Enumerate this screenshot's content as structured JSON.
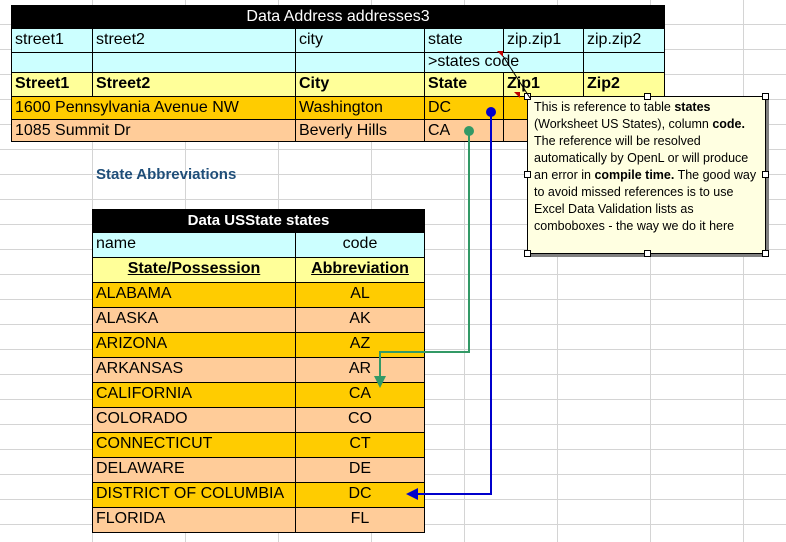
{
  "address_table": {
    "title": "Data Address addresses3",
    "fields": [
      "street1",
      "street2",
      "city",
      "state",
      "zip.zip1",
      "zip.zip2"
    ],
    "ref_hint": ">states code",
    "headers": [
      "Street1",
      "Street2",
      "City",
      "State",
      "Zip1",
      "Zip2"
    ],
    "rows": [
      {
        "street1": "1600 Pennsylvania Avenue NW",
        "city": "Washington",
        "state": "DC"
      },
      {
        "street1": "1085 Summit Dr",
        "city": "Beverly Hills",
        "state": "CA"
      }
    ]
  },
  "state_abbrev_label": "State Abbreviations",
  "states_table": {
    "title": "Data USState states",
    "fields": [
      "name",
      "code"
    ],
    "headers": [
      "State/Possession",
      "Abbreviation"
    ],
    "rows": [
      {
        "name": "ALABAMA",
        "code": "AL"
      },
      {
        "name": "ALASKA",
        "code": "AK"
      },
      {
        "name": "ARIZONA",
        "code": "AZ"
      },
      {
        "name": "ARKANSAS",
        "code": "AR"
      },
      {
        "name": "CALIFORNIA",
        "code": "CA"
      },
      {
        "name": "COLORADO",
        "code": "CO"
      },
      {
        "name": "CONNECTICUT",
        "code": "CT"
      },
      {
        "name": "DELAWARE",
        "code": "DE"
      },
      {
        "name": "DISTRICT OF COLUMBIA",
        "code": "DC"
      },
      {
        "name": "FLORIDA",
        "code": "FL"
      }
    ]
  },
  "comment": {
    "t1": "This is reference to table ",
    "b1": "states",
    "t2": " (Worksheet US States), column ",
    "b2": "code.",
    "t3": " The reference will be resolved automatically by OpenL or will produce an error in ",
    "b3": "compile time.",
    "t4": " The good way to avoid missed references is to use Excel Data Validation lists as comboboxes - the way we do it here"
  },
  "colors": {
    "header_black": "#000000",
    "field_cyan": "#ccffff",
    "header_yellow": "#ffff99",
    "row_orange": "#ffcc00",
    "row_peach": "#ffcc99",
    "arrow_green": "#339966",
    "arrow_blue": "#0000cc",
    "note_bg": "#ffffe1"
  }
}
